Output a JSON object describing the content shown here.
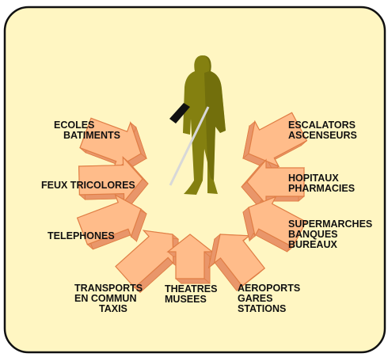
{
  "colors": {
    "panel_fill": "#FFF6C2",
    "panel_border": "#111111",
    "arrow_face": "#FFBC8A",
    "arrow_side": "#E9966A",
    "arrow_stroke": "#E07E45",
    "figure": "#848010",
    "figure_dark": "#5E5A08",
    "cane": "#D8D8D8",
    "cane_handle": "#111111"
  },
  "figure": {
    "icon": "blind-person-with-cane-icon"
  },
  "arrow_icon": "arrow-pointing-to-center-icon",
  "labels": {
    "left_top": [
      "ECOLES",
      "BATIMENTS"
    ],
    "left_mid": [
      "FEUX TRICOLORES"
    ],
    "left_bottom": [
      "TELEPHONES"
    ],
    "bottom_left": [
      "TRANSPORTS",
      "EN COMMUN",
      "TAXIS"
    ],
    "bottom_mid": [
      "THEATRES",
      "MUSEES"
    ],
    "bottom_right": [
      "AEROPORTS",
      "GARES",
      "STATIONS"
    ],
    "right_top": [
      "ESCALATORS",
      "ASCENSEURS"
    ],
    "right_mid": [
      "HOPITAUX",
      "PHARMACIES"
    ],
    "right_bottom": [
      "SUPERMARCHES",
      "BANQUES",
      "BUREAUX"
    ]
  }
}
